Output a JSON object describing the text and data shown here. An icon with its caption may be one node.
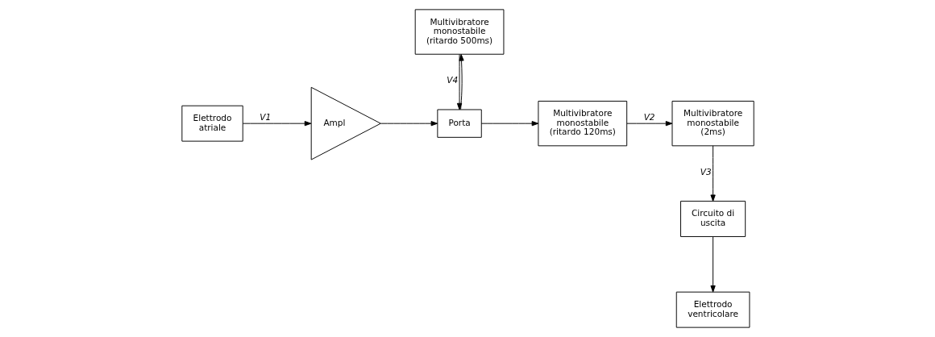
{
  "diagram": {
    "nodes": [
      {
        "text": [
          "Elettrodo atriale"
        ]
      },
      {
        "text": [
          "Ampl"
        ]
      },
      {
        "text": [
          "Porta"
        ]
      },
      {
        "text": [
          "Multivibratore monostabile (ritardo 120ms)"
        ]
      },
      {
        "text": [
          "Multivibratore monostabile (2ms)"
        ]
      },
      {
        "text": [
          "Multivibratore monostabile (ritardo 500ms)"
        ]
      },
      {
        "text": [
          "Circuito di uscita"
        ]
      },
      {
        "text": [
          "Elettrodo ventricolare"
        ]
      }
    ],
    "edges": [
      {
        "from": 0,
        "to": 1,
        "arrow": "to",
        "label": "V1"
      },
      {
        "from": 1,
        "to": 2,
        "arrow": "to"
      },
      {
        "from": 2,
        "to": 3,
        "arrow": "to"
      },
      {
        "from": 2,
        "to": 5,
        "arrow": "to"
      },
      {
        "from": 5,
        "to": 2,
        "arrow": "to",
        "label": "V4"
      },
      {
        "from": 3,
        "to": 4,
        "arrow": "to",
        "label": "V2"
      },
      {
        "from": 4,
        "to": 6,
        "arrow": "to",
        "label": "V3"
      },
      {
        "from": 6,
        "to": 7,
        "arrow": "to"
      }
    ]
  }
}
